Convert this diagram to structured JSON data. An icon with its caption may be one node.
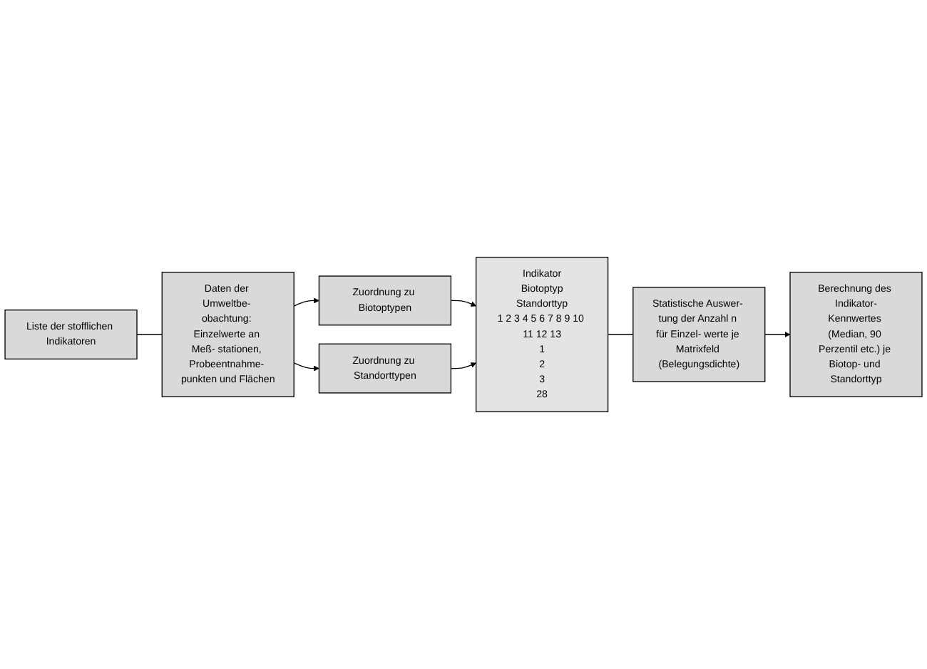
{
  "diagram": {
    "nodes": [
      {
        "text": [
          "Liste der stofflichen Indikatoren"
        ]
      },
      {
        "text": [
          "Daten der Umweltbe- obachtung: Einzelwerte an Meß- stationen, Probeentnahme- punkten und Flächen"
        ]
      },
      {
        "text": [
          "Zuordnung zu Biotoptypen"
        ]
      },
      {
        "text": [
          "Zuordnung zu Standorttypen"
        ]
      },
      {
        "text": [
          "Indikator",
          "Biotoptyp",
          "Standorttyp",
          "1 2 3 4 5 6 7 8 9 10 11 12 13",
          "1",
          "2",
          "3",
          "28"
        ]
      },
      {
        "text": [
          "Statistische Auswer- tung der Anzahl n für Einzel- werte je Matrixfeld (Belegungsdichte)"
        ]
      },
      {
        "text": [
          "Berechnung des Indikator-Kennwertes (Median, 90 Perzentil etc.) je Biotop- und Standorttyp"
        ]
      }
    ],
    "edges": [
      {
        "from": 0,
        "to": 1,
        "arrow": "none"
      },
      {
        "from": 1,
        "to": 2,
        "arrow": "to"
      },
      {
        "from": 1,
        "to": 3,
        "arrow": "to"
      },
      {
        "from": 2,
        "to": 4,
        "arrow": "to"
      },
      {
        "from": 3,
        "to": 4,
        "arrow": "to"
      },
      {
        "from": 4,
        "to": 5,
        "arrow": "none"
      },
      {
        "from": 5,
        "to": 6,
        "arrow": "to"
      }
    ]
  }
}
